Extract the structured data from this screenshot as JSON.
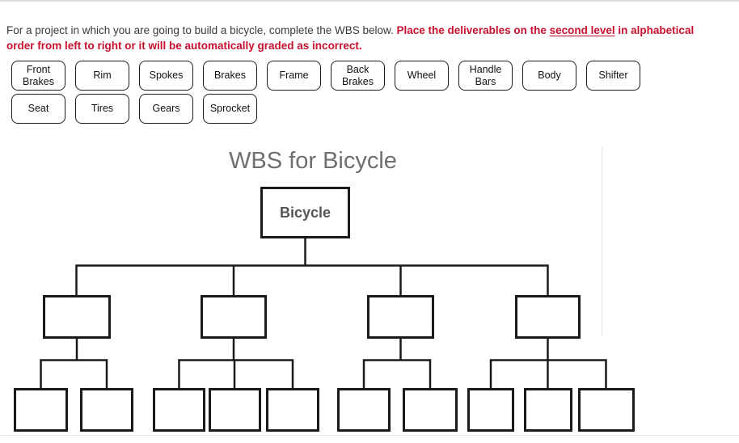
{
  "colors": {
    "accent_red": "#c8102e",
    "title_gray": "#6f6f6f",
    "line_black": "#1a1a1a"
  },
  "instructions": {
    "intro": "For a project in which you are going to build a bicycle, complete the WBS below.",
    "warning_before": "Place the deliverables on the",
    "warning_underlined": "second level",
    "warning_after": "in alphabetical order from left to right or it will be automatically graded as incorrect."
  },
  "deliverables": [
    "Front Brakes",
    "Rim",
    "Spokes",
    "Brakes",
    "Frame",
    "Back Brakes",
    "Wheel",
    "Handle Bars",
    "Body",
    "Shifter",
    "Seat",
    "Tires",
    "Gears",
    "Sprocket"
  ],
  "diagram": {
    "title": "WBS for Bicycle",
    "root": "Bicycle",
    "level2_empty_slots": 4,
    "level3_empty_slots_per_group": [
      2,
      3,
      2,
      3
    ]
  }
}
